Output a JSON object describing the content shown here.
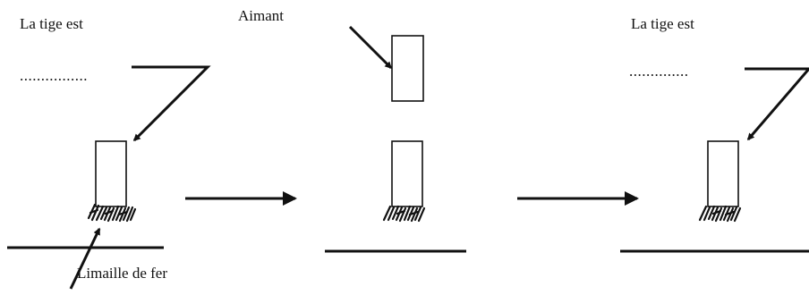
{
  "labels": {
    "left_title": "La tige est",
    "left_blank": "................",
    "magnet": "Aimant",
    "right_title": "La tige est",
    "right_blank": "..............",
    "filings": "Limaille de fer"
  },
  "stages": [
    {
      "name": "before",
      "has_magnet": false
    },
    {
      "name": "with-magnet",
      "has_magnet": true
    },
    {
      "name": "after",
      "has_magnet": false
    }
  ]
}
